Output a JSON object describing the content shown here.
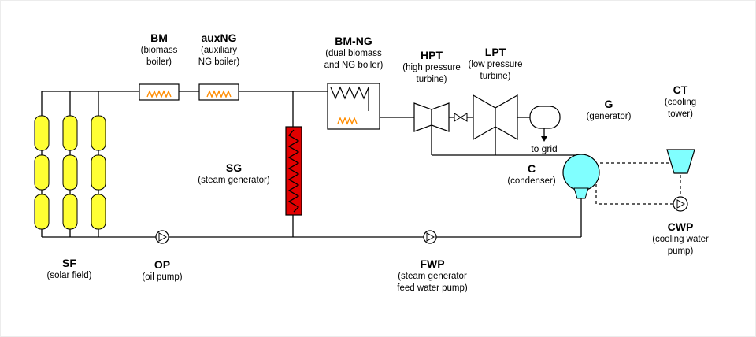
{
  "colors": {
    "solar_tube": "#ffff33",
    "steam_generator": "#e10000",
    "condenser": "#80ffff",
    "cooling_tower": "#80ffff",
    "flame": "#ff8c00",
    "line": "#000000"
  },
  "icons": {
    "flame": "orange zigzag flame marks",
    "coil": "black zigzag heat-exchange coil"
  },
  "components": {
    "sf": {
      "code": "SF",
      "desc": "(solar field)"
    },
    "op": {
      "code": "OP",
      "desc": "(oil pump)"
    },
    "bm": {
      "code": "BM",
      "desc": "(biomass boiler)"
    },
    "auxng": {
      "code": "auxNG",
      "desc": "(auxiliary NG boiler)"
    },
    "sg": {
      "code": "SG",
      "desc": "(steam generator)"
    },
    "bmng": {
      "code": "BM-NG",
      "desc": "(dual biomass and NG boiler)"
    },
    "hpt": {
      "code": "HPT",
      "desc": "(high pressure turbine)"
    },
    "lpt": {
      "code": "LPT",
      "desc": "(low pressure turbine)"
    },
    "g": {
      "code": "G",
      "desc": "(generator)"
    },
    "to_grid": {
      "label": "to grid"
    },
    "c": {
      "code": "C",
      "desc": "(condenser)"
    },
    "ct": {
      "code": "CT",
      "desc": "(cooling tower)"
    },
    "cwp": {
      "code": "CWP",
      "desc": "(cooling water pump)"
    },
    "fwp": {
      "code": "FWP",
      "desc": "(steam generator feed water pump)"
    }
  }
}
